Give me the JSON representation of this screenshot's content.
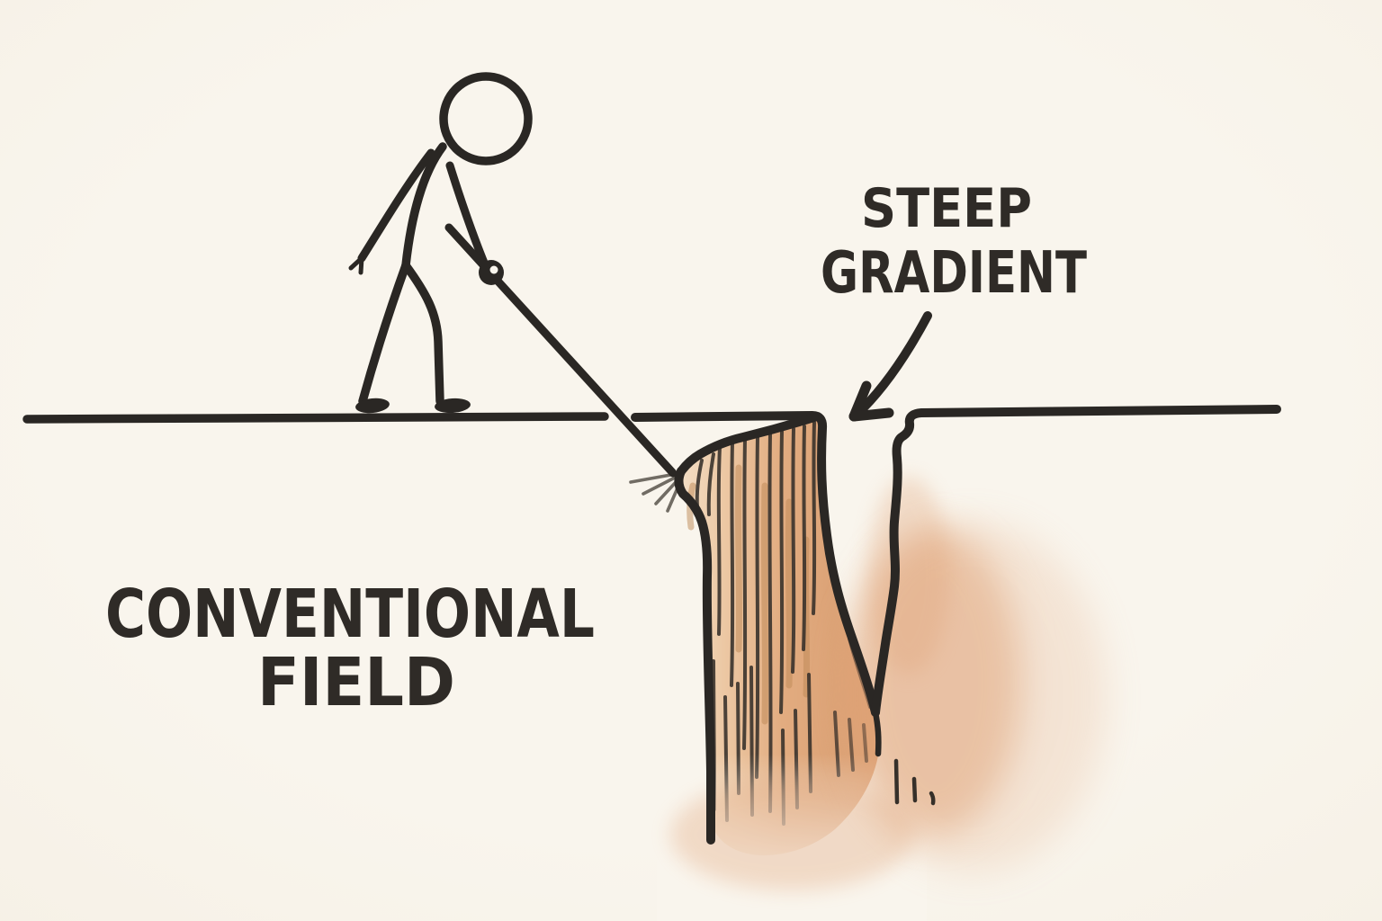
{
  "scene": {
    "background_color": "#f9f5ed",
    "ink_color": "#2a2724",
    "text_color": "#2f2b27",
    "tine_color": "#716c64",
    "cliff_light": "#f4e0c8",
    "cliff_mid_light": "#ecc8a4",
    "cliff_mid": "#e2ac80",
    "cliff_dark": "#dca377",
    "texture_dark": "#36302a",
    "texture_brown": "#bf8a58",
    "wash_color": "#e0a174"
  },
  "labels": {
    "gradient_note": {
      "line1": "STEEP",
      "line2": "GRADIENT"
    },
    "field_caption": {
      "line1": "CONVENTIONAL",
      "line2": "FIELD"
    }
  }
}
